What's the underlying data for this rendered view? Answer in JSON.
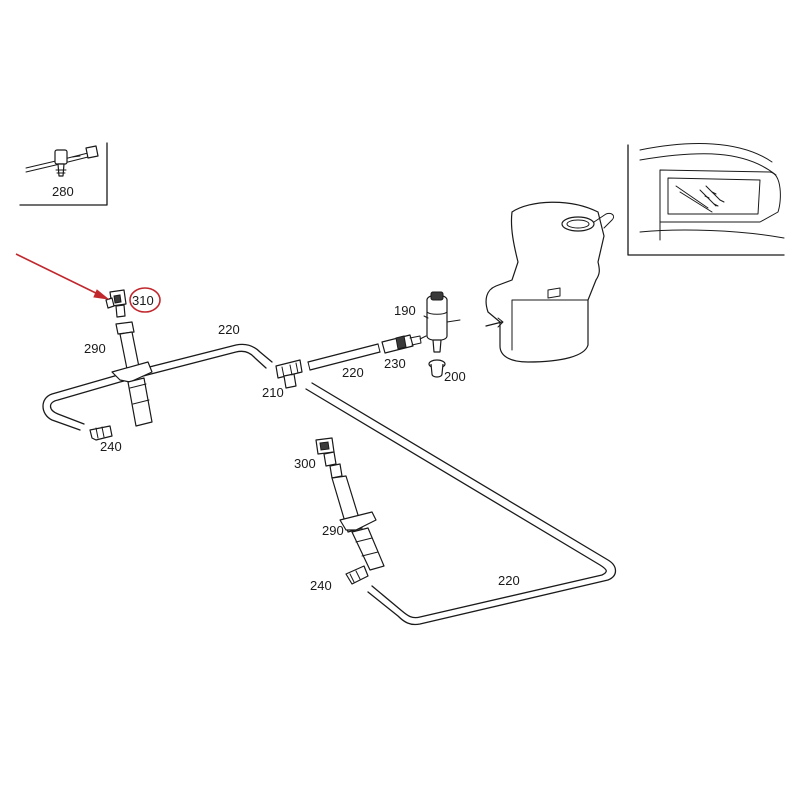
{
  "colors": {
    "ink": "#1a1a1a",
    "highlight": "#c0282d",
    "background": "#ffffff"
  },
  "labels": {
    "clip": "280",
    "nozzle_highlighted": "310",
    "cylinder_left": "290",
    "hose_top": "220",
    "elbow_left": "240",
    "tee": "210",
    "hose_mid": "220",
    "check_valve": "230",
    "pump": "190",
    "grommet": "200",
    "nozzle_right": "300",
    "cylinder_right": "290",
    "elbow_right": "240",
    "hose_long": "220"
  }
}
